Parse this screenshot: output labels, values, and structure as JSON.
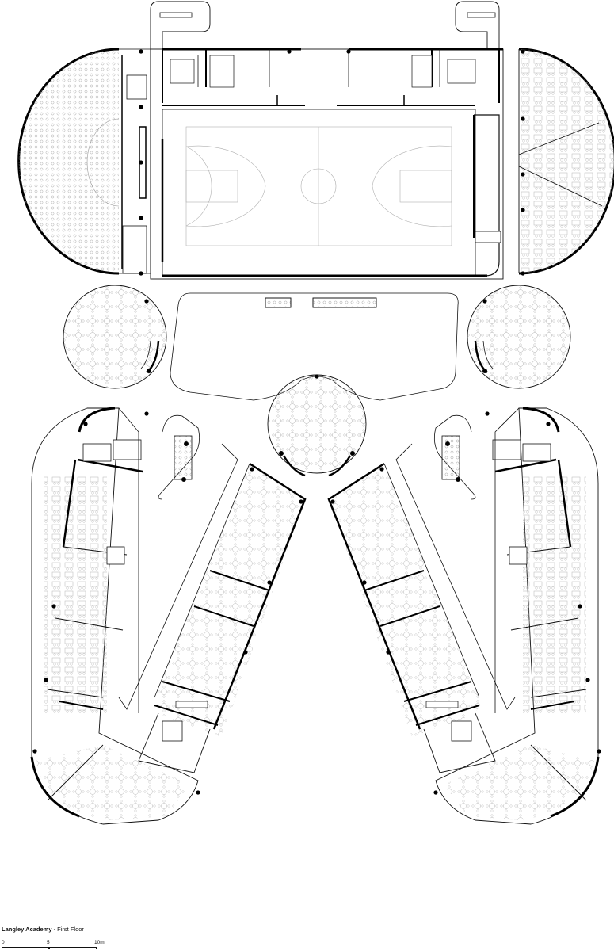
{
  "title": {
    "name": "Langley Academy",
    "separator": " - ",
    "floor": "First Floor"
  },
  "scale": {
    "labels": [
      "0",
      "5",
      "10m"
    ]
  },
  "colors": {
    "line": "#111111",
    "wall": "#000000",
    "background": "#ffffff",
    "furniture": "#9a9a9a"
  }
}
